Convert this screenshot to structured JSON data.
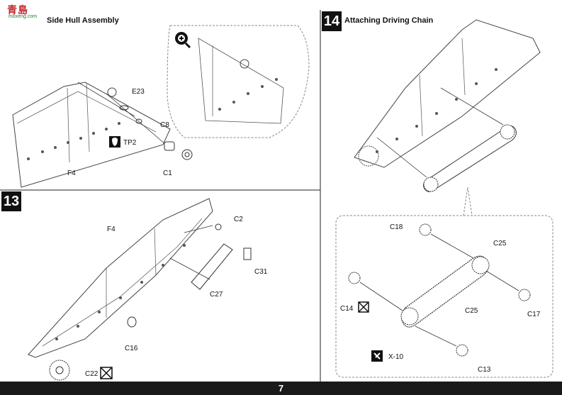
{
  "logo": {
    "text": "青島",
    "sub": "moxeng.com"
  },
  "step12": {
    "title": "Side Hull Assembly"
  },
  "step13": {
    "number": "13"
  },
  "step14": {
    "number": "14",
    "title": "Attaching Driving Chain"
  },
  "labels": {
    "e23": "E23",
    "tp2": "TP2",
    "c8": "C8",
    "c1": "C1",
    "f4_top": "F4",
    "f4_mid": "F4",
    "c2": "C2",
    "c31": "C31",
    "c27": "C27",
    "c16": "C16",
    "c22": "C22",
    "c18": "C18",
    "c25_top": "C25",
    "c25_mid": "C25",
    "c14": "C14",
    "c17": "C17",
    "x10": "X-10",
    "c13": "C13"
  },
  "page": {
    "number": "7"
  },
  "colors": {
    "ink": "#111111",
    "footer": "#1a1a1a",
    "watermark": "#e0b84a"
  }
}
